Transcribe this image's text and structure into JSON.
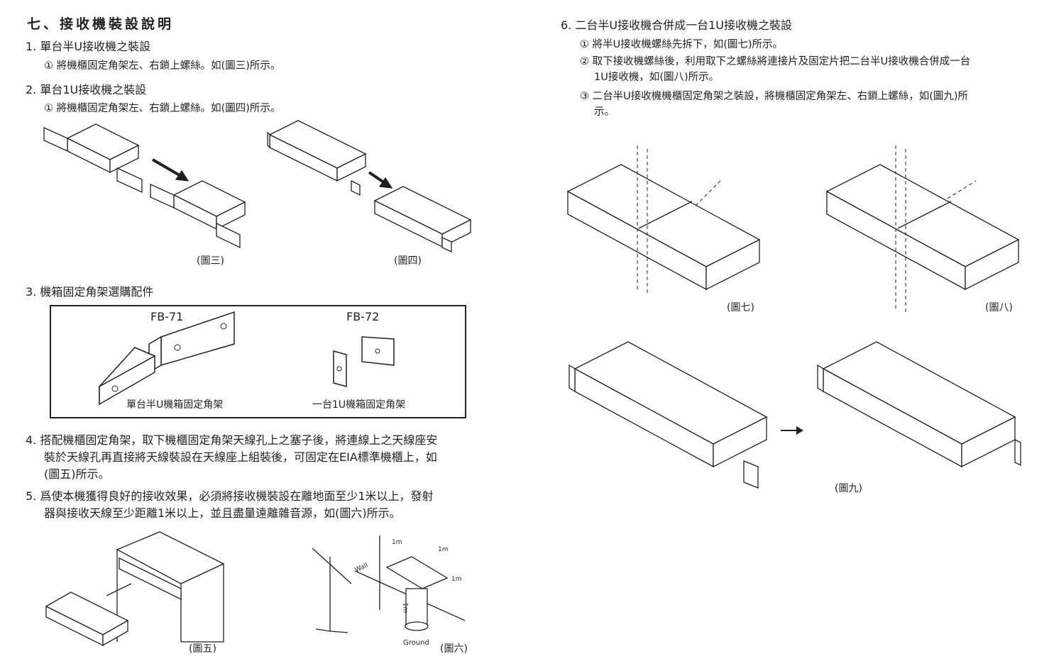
{
  "title": "七、接收機裝設說明",
  "sections": {
    "s1": {
      "heading": "1.  單台半U接收機之裝設",
      "step": "①  將機櫃固定角架左、右鎖上螺絲。如(圖三)所示。"
    },
    "s2": {
      "heading": "2.  單台1U接收機之裝設",
      "step": "①  將機櫃固定角架左、右鎖上螺絲。如(圖四)所示。"
    },
    "s3": {
      "heading": "3.  機箱固定角架選購配件",
      "fb71": "FB-71",
      "fb72": "FB-72",
      "fb71_caption": "單台半U機箱固定角架",
      "fb72_caption": "一台1U機箱固定角架"
    },
    "s4": {
      "lines": [
        "4.  搭配機櫃固定角架，取下機櫃固定角架天線孔上之塞子後，將連線上之天線座安",
        "裝於天線孔再直接將天線裝設在天線座上組裝後，可固定在EIA標準機櫃上，如",
        "(圖五)所示。"
      ]
    },
    "s5": {
      "lines": [
        "5.  爲使本機獲得良好的接收效果，必須將接收機裝設在離地面至少1米以上，發射",
        "器與接收天線至少距離1米以上，並且盡量遠離雜音源，如(圖六)所示。"
      ]
    },
    "s6": {
      "heading": "6.  二台半U接收機合併成一台1U接收機之裝設",
      "step1": "① 將半U接收機螺絲先拆下，如(圖七)所示。",
      "step2": [
        "② 取下接收機螺絲後，利用取下之螺絲將連接片及固定片把二台半U接收機合併成一台",
        "1U接收機，如(圖八)所示。"
      ],
      "step3": [
        "③ 二台半U接收機機櫃固定角架之裝設，將機櫃固定角架左、右鎖上螺絲，如(圖九)所",
        "示。"
      ]
    }
  },
  "figures": {
    "fig3": "(圖三)",
    "fig4": "(圖四)",
    "fig5": "(圖五)",
    "fig6": "(圖六)",
    "fig7": "(圖七)",
    "fig8": "(圖八)",
    "fig9": "(圖九)"
  },
  "fig6_labels": {
    "wall": "Wall",
    "ground": "Ground",
    "dist1": "1m",
    "dist2": "1m",
    "dist3": "1m",
    "dist4": "1m"
  }
}
